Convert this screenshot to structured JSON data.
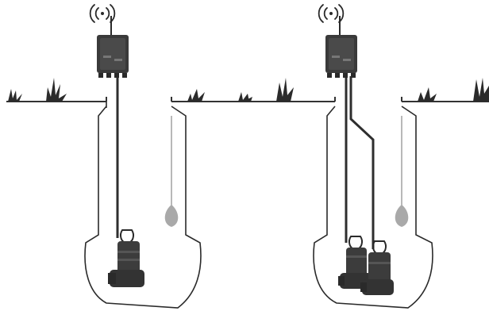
{
  "figure": {
    "panels": [
      {
        "id": "single-pump-station",
        "controller": {
          "icon": "wireless-controller-icon",
          "signal_icon": "wifi-signal-icon"
        },
        "pumps": 1,
        "float_switch": {
          "icon": "float-switch-icon"
        }
      },
      {
        "id": "dual-pump-station",
        "controller": {
          "icon": "wireless-controller-icon",
          "signal_icon": "wifi-signal-icon"
        },
        "pumps": 2,
        "float_switch": {
          "icon": "float-switch-icon"
        }
      }
    ],
    "colors": {
      "background": "#ffffff",
      "outline": "#2a2a2a",
      "ground": "#333333",
      "controller_body": "#3a3a3a",
      "controller_face": "#4a4a4a",
      "pump_body": "#3c3c3c",
      "float_switch": "#a9a9a9",
      "cable": "#2e2e2e"
    }
  }
}
